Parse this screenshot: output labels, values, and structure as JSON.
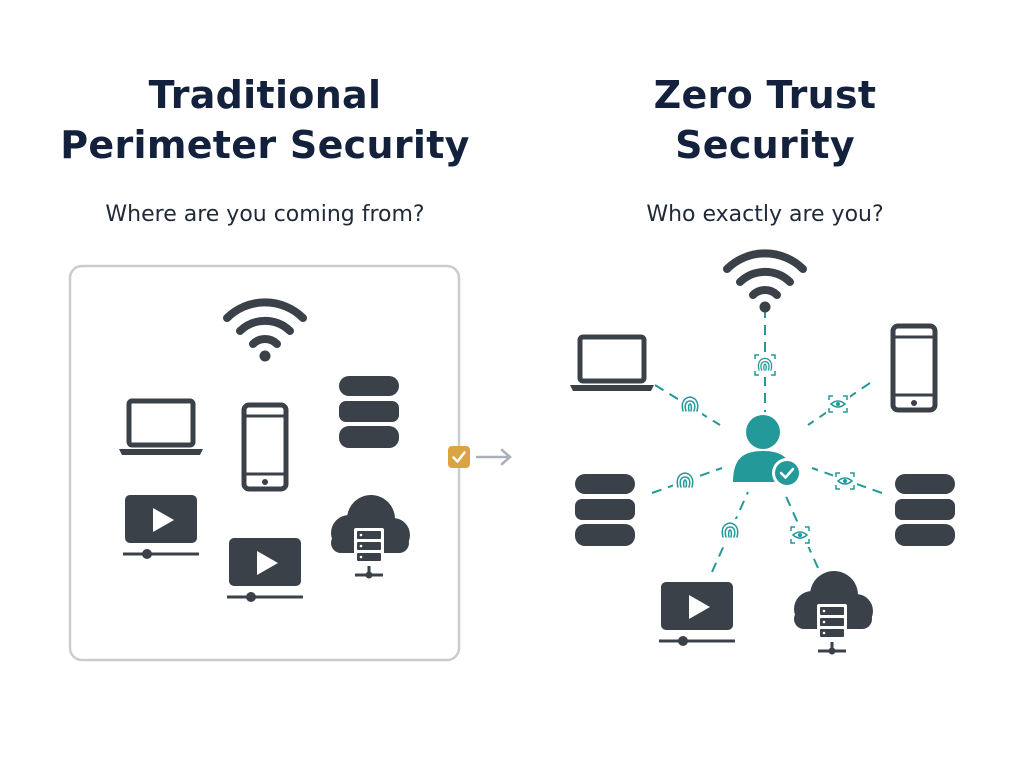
{
  "left_panel": {
    "title_line1": "Traditional",
    "title_line2": "Perimeter Security",
    "subtitle": "Where are you coming from?",
    "icons": [
      "wifi-icon",
      "laptop-icon",
      "smartphone-icon",
      "database-icon",
      "video-player-icon",
      "video-player-icon",
      "cloud-server-icon"
    ]
  },
  "right_panel": {
    "title_line1": "Zero Trust",
    "title_line2": "Security",
    "subtitle": "Who exactly are you?",
    "center_icon": "verified-user-icon",
    "icons": [
      "wifi-icon",
      "laptop-icon",
      "smartphone-icon",
      "database-icon",
      "database-icon",
      "video-player-icon",
      "cloud-server-icon"
    ],
    "verification_icons": [
      "fingerprint-icon",
      "eye-scan-icon"
    ]
  },
  "transition": {
    "badge_icon": "check-icon",
    "arrow_icon": "arrow-right-icon"
  },
  "colors": {
    "title": "#14213d",
    "subtitle": "#1f2937",
    "icon": "#3b4149",
    "teal": "#23999a",
    "gold": "#d9a441",
    "border": "#c9cdd2"
  }
}
